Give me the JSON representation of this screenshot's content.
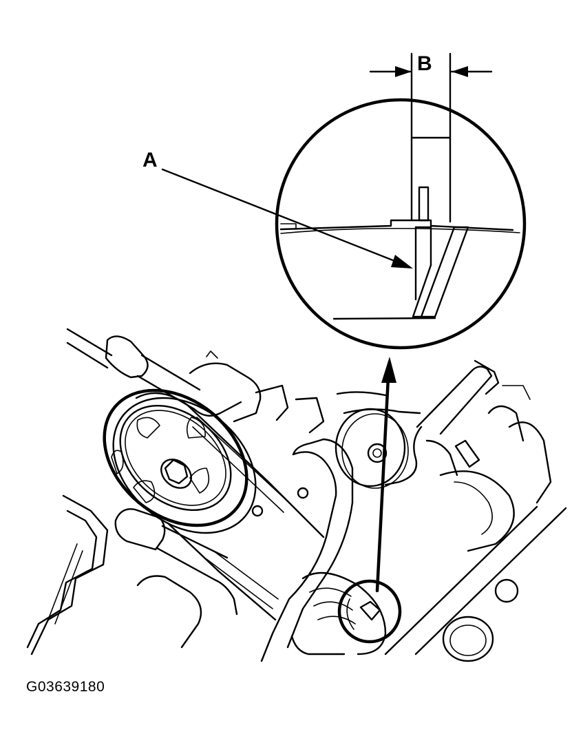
{
  "diagram": {
    "callouts": {
      "a": "A",
      "b": "B"
    },
    "figure_id": "G03639180",
    "colors": {
      "ink": "#000000",
      "paper": "#ffffff"
    }
  }
}
